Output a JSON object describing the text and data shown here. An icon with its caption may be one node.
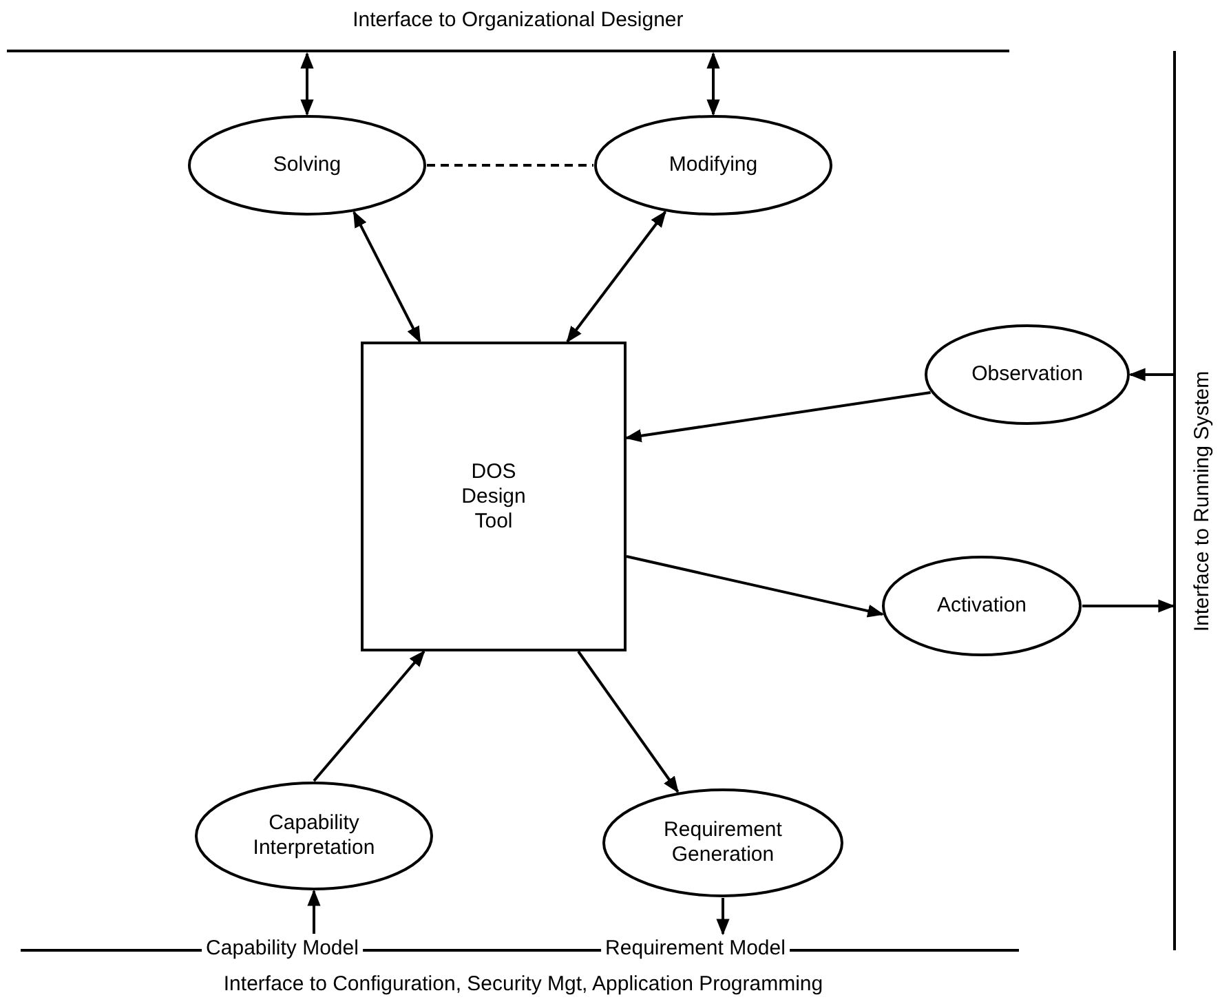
{
  "diagram": {
    "nodes": [
      {
        "text": [
          "Interface to Organizational Designer"
        ]
      },
      {
        "text": [
          "Solving"
        ]
      },
      {
        "text": [
          "Modifying"
        ]
      },
      {
        "text": [
          "Observation"
        ]
      },
      {
        "text": [
          "DOS Design Tool"
        ]
      },
      {
        "text": [
          "Activation"
        ]
      },
      {
        "text": [
          "Capability Interpretation"
        ]
      },
      {
        "text": [
          "Requirement Generation"
        ]
      },
      {
        "text": [
          "Capability Model",
          "Requirement Model",
          "Interface to Configuration, Security Mgt, Application Programming"
        ]
      },
      {
        "text": [
          "Interface to Running System"
        ]
      }
    ],
    "edges": [
      {
        "from": 0,
        "to": 1,
        "arrow": "both"
      },
      {
        "from": 0,
        "to": 2,
        "arrow": "both"
      },
      {
        "from": 1,
        "to": 2,
        "arrow": "none",
        "style": "dashed"
      },
      {
        "from": 1,
        "to": 4,
        "arrow": "both"
      },
      {
        "from": 2,
        "to": 4,
        "arrow": "both"
      },
      {
        "from": 9,
        "to": 3,
        "arrow": "to"
      },
      {
        "from": 3,
        "to": 4,
        "arrow": "to"
      },
      {
        "from": 4,
        "to": 5,
        "arrow": "to"
      },
      {
        "from": 5,
        "to": 9,
        "arrow": "to"
      },
      {
        "from": 6,
        "to": 4,
        "arrow": "to"
      },
      {
        "from": 4,
        "to": 7,
        "arrow": "to"
      },
      {
        "from": 8,
        "to": 6,
        "arrow": "to"
      },
      {
        "from": 7,
        "to": 8,
        "arrow": "to"
      }
    ]
  }
}
